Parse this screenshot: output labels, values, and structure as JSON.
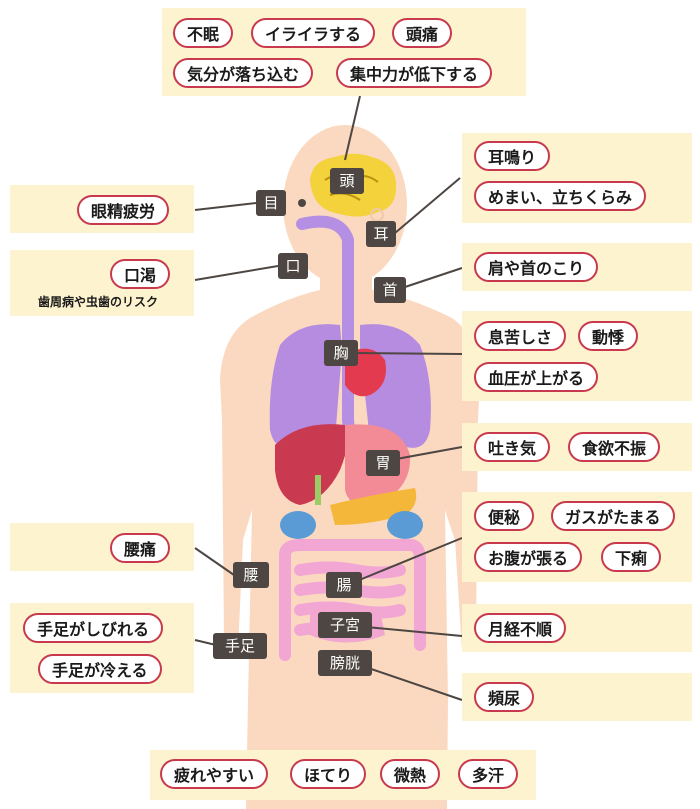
{
  "colors": {
    "skin": "#fbd9c0",
    "panel": "#fdf3cf",
    "pill_border": "#c8394e",
    "tag_bg": "#4d4642",
    "brain": "#f3d23c",
    "lung": "#b68ce0",
    "heart": "#e43a50",
    "liver": "#c9394f",
    "stomach": "#f28b96",
    "pancreas": "#f5b73a",
    "kidney": "#5b9bd5",
    "intestine": "#f2a6d4",
    "esophagus": "#b58fe3"
  },
  "head_box": {
    "pills": [
      "不眠",
      "イライラする",
      "頭痛",
      "気分が落ち込む",
      "集中力が低下する"
    ]
  },
  "eye_box": {
    "pills": [
      "眼精疲労"
    ]
  },
  "mouth_box": {
    "pills": [
      "口渇"
    ],
    "note": "歯周病や虫歯のリスク"
  },
  "ear_box": {
    "pills": [
      "耳鳴り",
      "めまい、立ちくらみ"
    ]
  },
  "neck_box": {
    "pills": [
      "肩や首のこり"
    ]
  },
  "chest_box": {
    "pills": [
      "息苦しさ",
      "動悸",
      "血圧が上がる"
    ]
  },
  "stomach_box": {
    "pills": [
      "吐き気",
      "食欲不振"
    ]
  },
  "intestine_box": {
    "pills": [
      "便秘",
      "ガスがたまる",
      "お腹が張る",
      "下痢"
    ]
  },
  "uterus_box": {
    "pills": [
      "月経不順"
    ]
  },
  "bladder_box": {
    "pills": [
      "頻尿"
    ]
  },
  "waist_box": {
    "pills": [
      "腰痛"
    ]
  },
  "limbs_box": {
    "pills": [
      "手足がしびれる",
      "手足が冷える"
    ]
  },
  "bottom_box": {
    "pills": [
      "疲れやすい",
      "ほてり",
      "微熱",
      "多汗"
    ]
  },
  "tags": {
    "head": "頭",
    "eye": "目",
    "mouth": "口",
    "ear": "耳",
    "neck": "首",
    "chest": "胸",
    "stomach": "胃",
    "intestine": "腸",
    "uterus": "子宮",
    "bladder": "膀胱",
    "waist": "腰",
    "limbs": "手足"
  }
}
